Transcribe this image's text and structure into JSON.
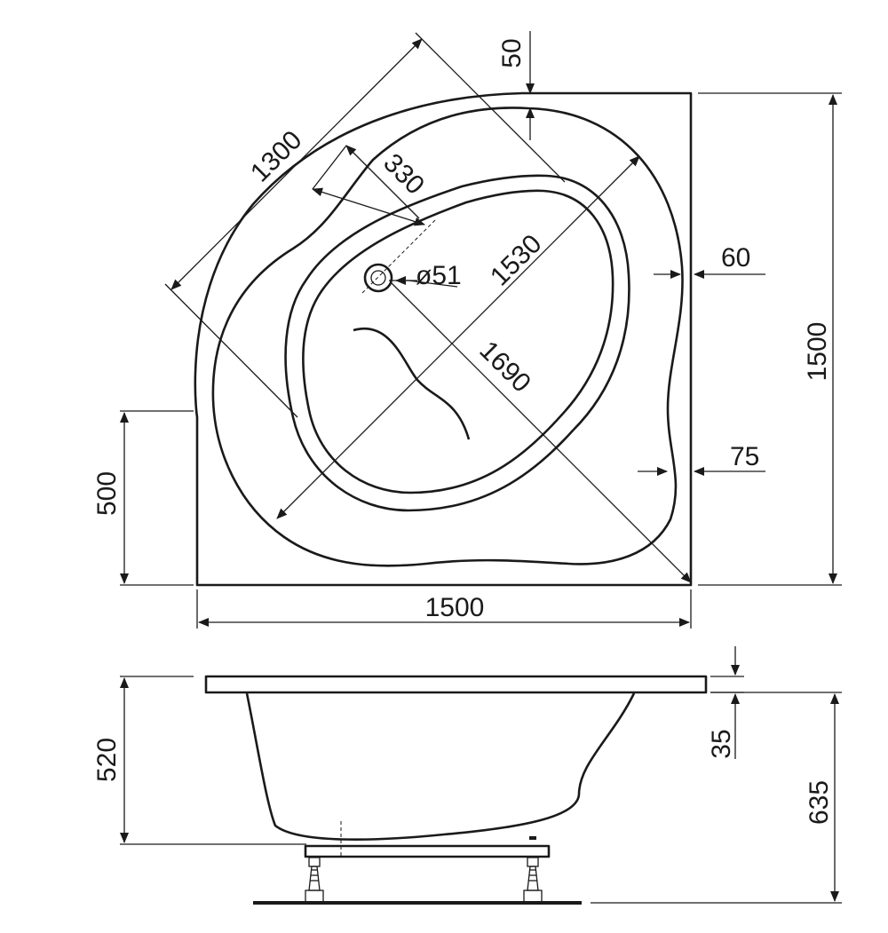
{
  "top_view": {
    "dimensions": {
      "diagonal_side": "1300",
      "rim_top": "50",
      "drain_offset": "330",
      "drain_diameter": "ø51",
      "basin_length": "1530",
      "diagonal_length": "1690",
      "rim_right": "60",
      "rim_lower_right": "75",
      "height": "1500",
      "left_edge": "500",
      "width": "1500"
    }
  },
  "side_view": {
    "dimensions": {
      "depth": "520",
      "rim_thickness": "35",
      "total_height": "635"
    }
  }
}
